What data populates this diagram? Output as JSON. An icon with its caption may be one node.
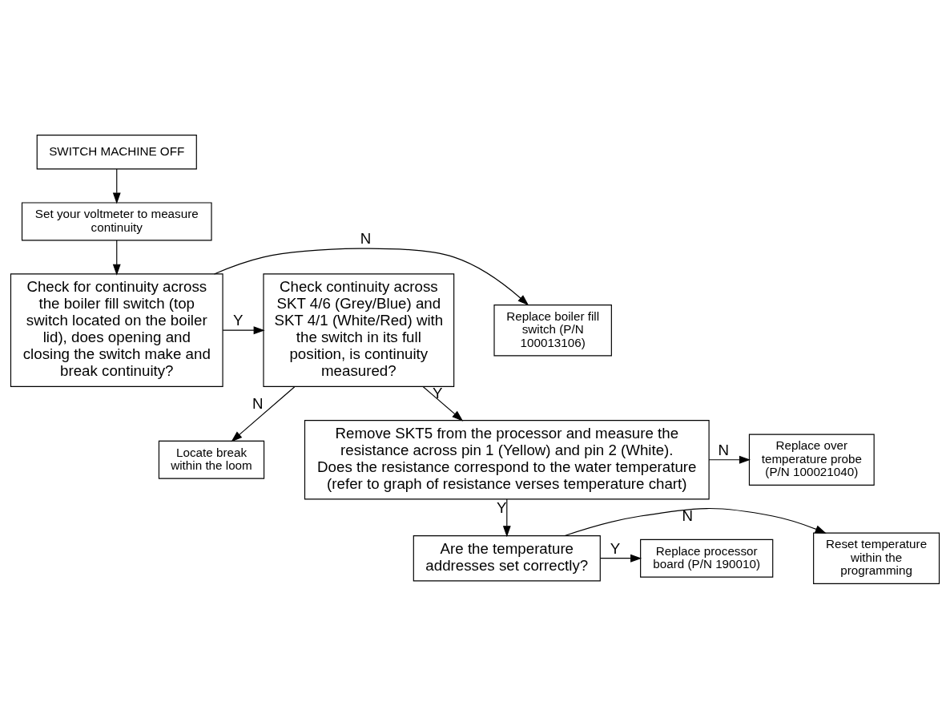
{
  "diagram": {
    "nodes": [
      {
        "text": [
          "SWITCH MACHINE OFF"
        ]
      },
      {
        "text": [
          "Set your voltmeter to measure continuity"
        ]
      },
      {
        "text": [
          "Check for continuity across the boiler fill switch (top switch located on the boiler lid), does opening and closing the switch make and break continuity?"
        ]
      },
      {
        "text": [
          "Replace boiler fill switch (P/N 100013106)"
        ]
      },
      {
        "text": [
          "Check continuity across SKT 4/6 (Grey/Blue) and SKT 4/1 (White/Red) with the switch in its full position, is continuity measured?"
        ]
      },
      {
        "text": [
          "Locate break within the loom"
        ]
      },
      {
        "text": [
          "Remove SKT5 from the processor and measure the resistance across pin 1 (Yellow) and pin 2 (White).  Does the resistance correspond to the water temperature (refer to graph of resistance verses temperature chart)"
        ]
      },
      {
        "text": [
          "Replace over temperature probe (P/N 100021040)"
        ]
      },
      {
        "text": [
          "Are the temperature addresses set correctly?"
        ]
      },
      {
        "text": [
          "Reset temperature within the programming"
        ]
      },
      {
        "text": [
          "Replace processor board (P/N 190010)"
        ]
      }
    ],
    "edges": [
      {
        "from": 0,
        "to": 1,
        "arrow": "to"
      },
      {
        "from": 1,
        "to": 2,
        "arrow": "to"
      },
      {
        "from": 2,
        "to": 3,
        "arrow": "to",
        "label": "N"
      },
      {
        "from": 2,
        "to": 4,
        "arrow": "to",
        "label": "Y"
      },
      {
        "from": 4,
        "to": 5,
        "arrow": "to",
        "label": "N"
      },
      {
        "from": 4,
        "to": 6,
        "arrow": "to",
        "label": "Y"
      },
      {
        "from": 6,
        "to": 7,
        "arrow": "to",
        "label": "N"
      },
      {
        "from": 6,
        "to": 8,
        "arrow": "to",
        "label": "Y"
      },
      {
        "from": 8,
        "to": 9,
        "arrow": "to",
        "label": "N"
      },
      {
        "from": 8,
        "to": 10,
        "arrow": "to",
        "label": "Y"
      }
    ]
  }
}
